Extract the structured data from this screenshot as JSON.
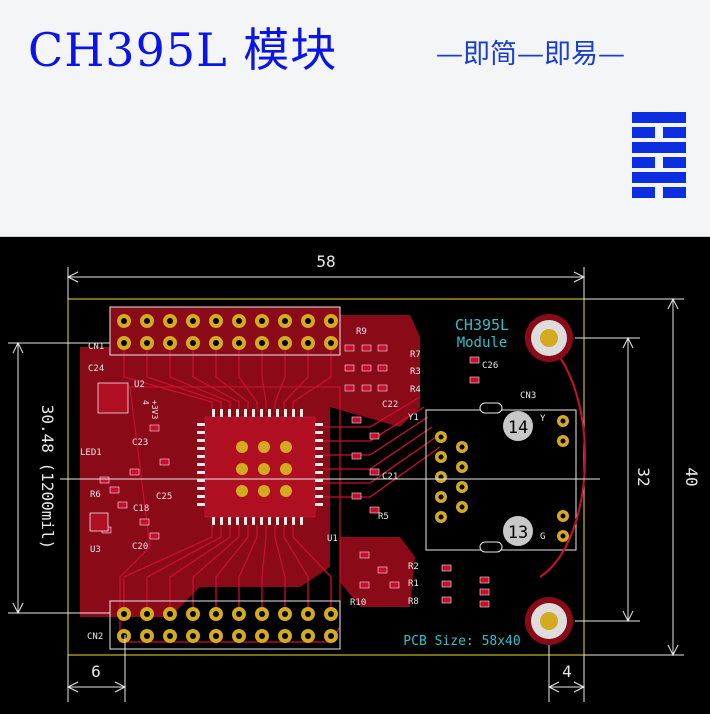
{
  "header": {
    "title": "CH395L 模块",
    "slogan": "—即简—即易—",
    "hexagram_lines": [
      "solid",
      "broken",
      "solid",
      "broken",
      "solid",
      "broken"
    ],
    "hexagram_color": "#0a2ee0"
  },
  "pcb": {
    "colors": {
      "board": "#8b0a18",
      "copper": "#c8102e",
      "silk": "#e8e8e8",
      "pad": "#d4aa20",
      "outline": "#f0e020",
      "cyan": "#30c0c8"
    },
    "dimensions": {
      "width_top": "58",
      "height_left": "30.48 (1200mil)",
      "inner_right": "32",
      "outer_right": "40",
      "bottom_left": "6",
      "bottom_right": "4"
    },
    "labels": {
      "module_name": "CH395L",
      "module_sub": "Module",
      "pcb_size": "PCB Size: 58x40",
      "cn1": "CN1",
      "cn2": "CN2",
      "cn3": "CN3",
      "c24": "C24",
      "u2": "U2",
      "u2_value": "4\n+3V3",
      "u2_val_a": "4",
      "u2_val_b": "+3V3",
      "c23": "C23",
      "led1": "LED1",
      "r6": "R6",
      "c25": "C25",
      "c18": "C18",
      "u3": "U3",
      "c20": "C20",
      "r9": "R9",
      "r7": "R7",
      "r3": "R3",
      "r4": "R4",
      "c22": "C22",
      "y1": "Y1",
      "c21": "C21",
      "c26": "C26",
      "r5": "R5",
      "u1": "U1",
      "r2": "R2",
      "r1": "R1",
      "r8": "R8",
      "r10": "R10",
      "y": "Y",
      "g": "G",
      "c14": "14",
      "c13": "13"
    }
  }
}
